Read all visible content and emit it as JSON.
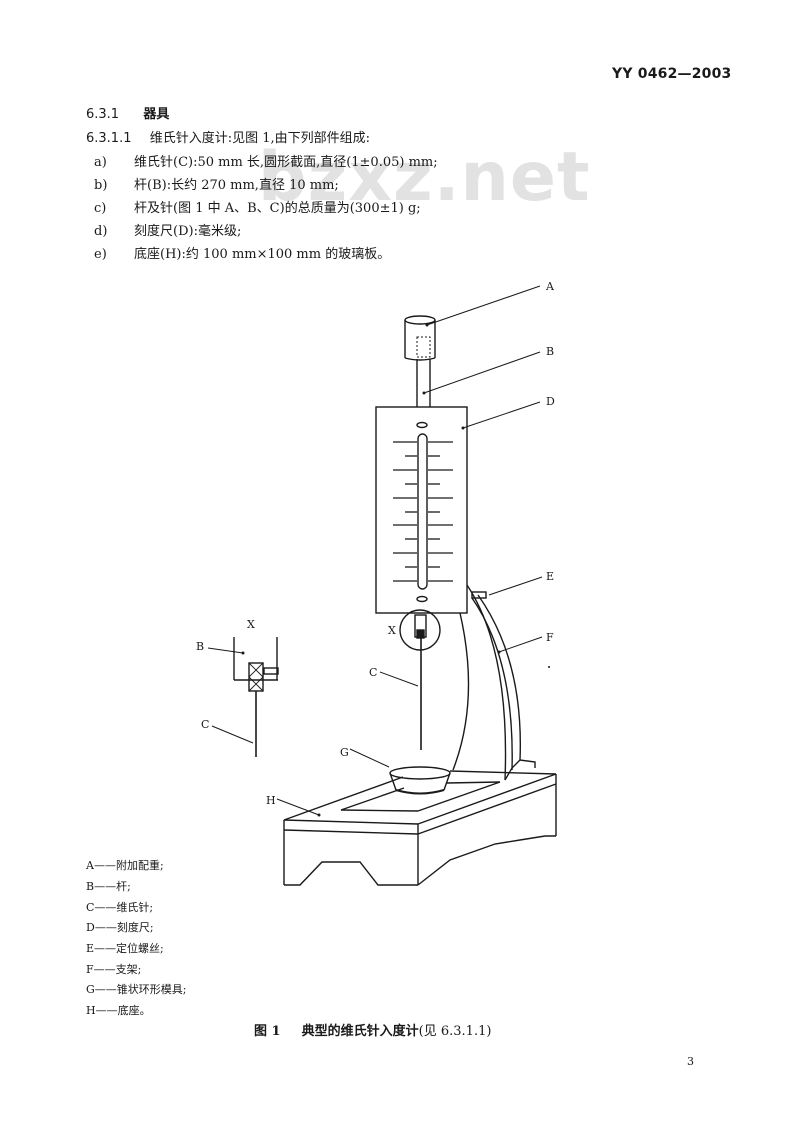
{
  "header": {
    "standard_code": "YY 0462—2003"
  },
  "watermark": "bzxz.net",
  "section": {
    "number": "6.3.1",
    "title": "器具",
    "subsection": {
      "number": "6.3.1.1",
      "text": "维氏针入度计:见图 1,由下列部件组成:"
    },
    "items": [
      {
        "letter": "a)",
        "text": "维氏针(C):50 mm 长,圆形截面,直径(1±0.05) mm;"
      },
      {
        "letter": "b)",
        "text": "杆(B):长约 270 mm,直径 10 mm;"
      },
      {
        "letter": "c)",
        "text": "杆及针(图 1 中 A、B、C)的总质量为(300±1) g;"
      },
      {
        "letter": "d)",
        "text": "刻度尺(D):毫米级;"
      },
      {
        "letter": "e)",
        "text": "底座(H):约 100 mm×100 mm 的玻璃板。"
      }
    ]
  },
  "figure": {
    "labels": {
      "A": "A",
      "B": "B",
      "C": "C",
      "D": "D",
      "E": "E",
      "F": "F",
      "G": "G",
      "H": "H",
      "X": "X"
    },
    "detail": {
      "X": "X",
      "B": "B",
      "C": "C"
    },
    "legend": [
      "A——附加配重;",
      "B——杆;",
      "C——维氏针;",
      "D——刻度尺;",
      "E——定位螺丝;",
      "F——支架;",
      "G——锥状环形模具;",
      "H——底座。"
    ],
    "caption_number": "图 1",
    "caption_title": "典型的维氏针入度计",
    "caption_ref": "(见 6.3.1.1)"
  },
  "page_number": "3"
}
